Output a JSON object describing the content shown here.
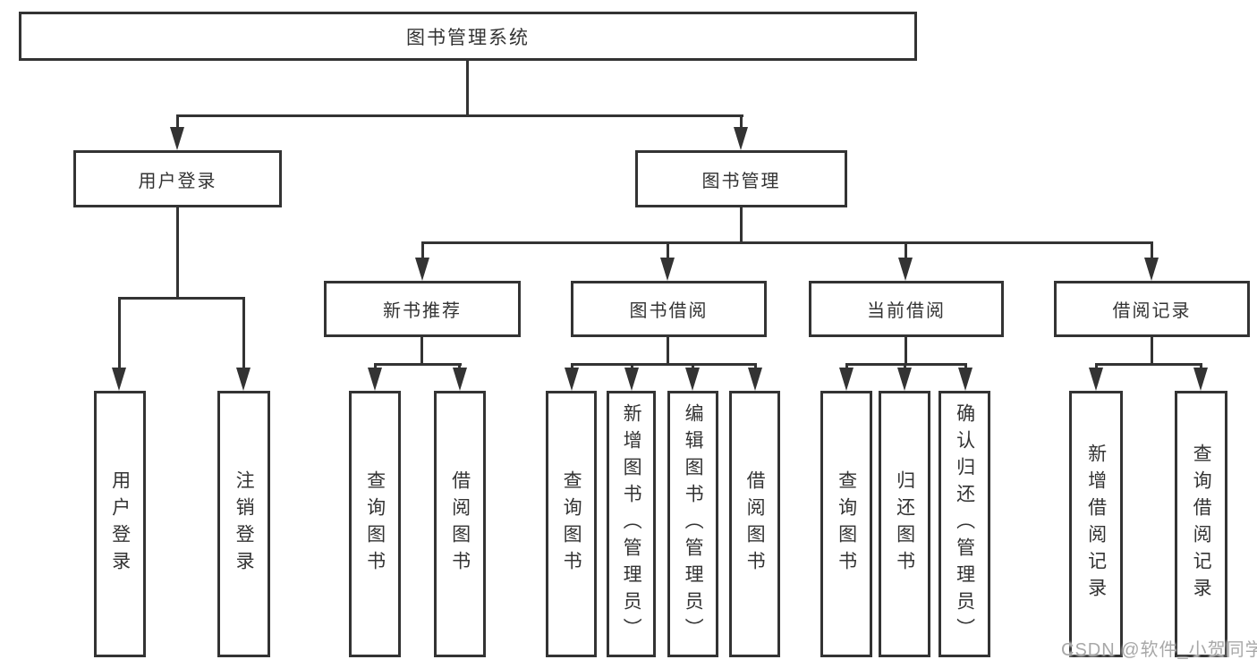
{
  "tree": {
    "root": {
      "label": "图书管理系统"
    },
    "branches": [
      {
        "label": "用户登录",
        "children": [
          {
            "label": "用户登录"
          },
          {
            "label": "注销登录"
          }
        ]
      },
      {
        "label": "图书管理",
        "children": [
          {
            "label": "新书推荐",
            "children": [
              {
                "label": "查询图书"
              },
              {
                "label": "借阅图书"
              }
            ]
          },
          {
            "label": "图书借阅",
            "children": [
              {
                "label": "查询图书"
              },
              {
                "label": "新增图书（管理员）"
              },
              {
                "label": "编辑图书（管理员）"
              },
              {
                "label": "借阅图书"
              }
            ]
          },
          {
            "label": "当前借阅",
            "children": [
              {
                "label": "查询图书"
              },
              {
                "label": "归还图书"
              },
              {
                "label": "确认归还（管理员）"
              }
            ]
          },
          {
            "label": "借阅记录",
            "children": [
              {
                "label": "新增借阅记录"
              },
              {
                "label": "查询借阅记录"
              }
            ]
          }
        ]
      }
    ]
  },
  "watermark": "CSDN @软件_小贺同学",
  "colors": {
    "line": "#333333",
    "background": "#ffffff",
    "watermark": "#a8a8a8"
  }
}
